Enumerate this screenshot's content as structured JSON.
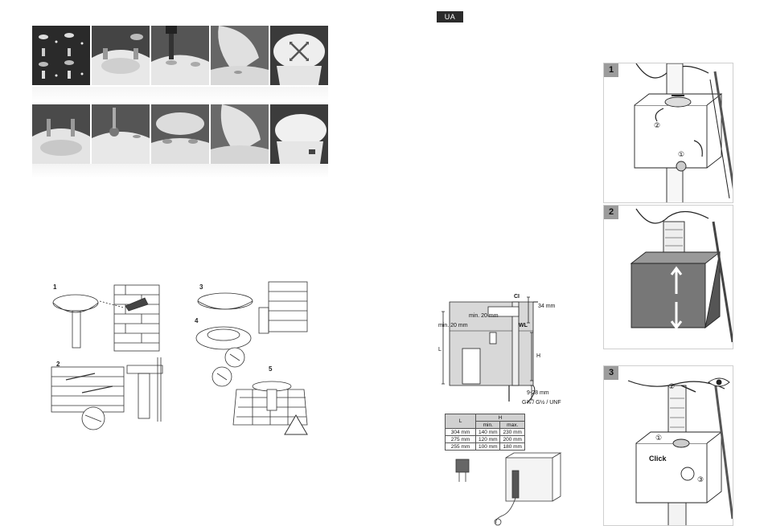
{
  "left_page": {
    "basin_steps": [
      "1",
      "2",
      "3",
      "4",
      "5"
    ]
  },
  "right_page": {
    "language_badge": "UA",
    "panels": [
      {
        "number": "1",
        "callouts": [
          "①",
          "②"
        ]
      },
      {
        "number": "2"
      },
      {
        "number": "3",
        "callouts": [
          "①",
          "②",
          "③"
        ],
        "click_label": "Click"
      }
    ],
    "dimension_diagram": {
      "labels": {
        "ci": "CI",
        "top_gap": "34 mm",
        "min_float": "min. 20 mm",
        "min_side": "min. 20 mm",
        "wl": "WL",
        "l": "L",
        "h": "H",
        "bottom_gap": "9-28 mm",
        "thread": "G⅜ / G½ / UNF"
      }
    },
    "dimension_table": {
      "header_l": "L",
      "header_h": "H",
      "sub_min": "min.",
      "sub_max": "max.",
      "rows": [
        {
          "l": "304 mm",
          "min": "140 mm",
          "max": "230 mm"
        },
        {
          "l": "275 mm",
          "min": "120 mm",
          "max": "200 mm"
        },
        {
          "l": "255 mm",
          "min": "100 mm",
          "max": "180 mm"
        }
      ]
    }
  }
}
